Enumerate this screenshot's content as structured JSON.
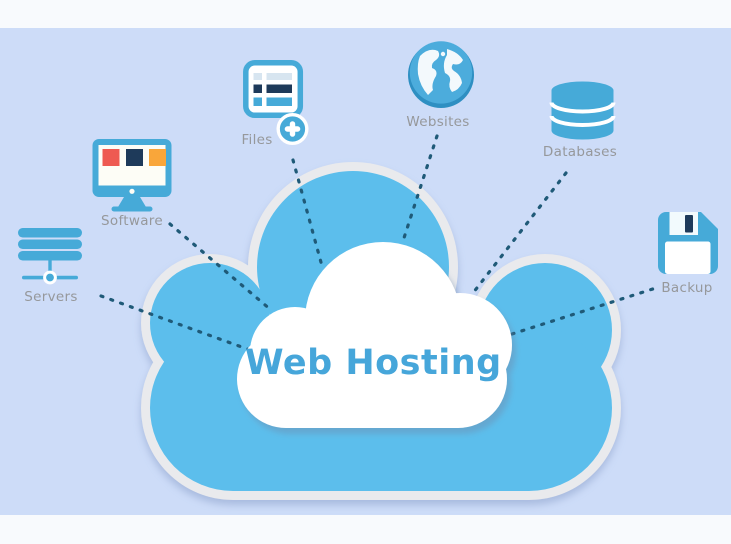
{
  "scene": {
    "title": "Web Hosting",
    "description": "Web hosting concept diagram: central cloud connected by dotted lines to six service icons"
  },
  "nodes": [
    {
      "id": "servers",
      "label": "Servers",
      "icon": "server-stack-icon"
    },
    {
      "id": "software",
      "label": "Software",
      "icon": "monitor-icon"
    },
    {
      "id": "files",
      "label": "Files",
      "icon": "document-add-icon"
    },
    {
      "id": "websites",
      "label": "Websites",
      "icon": "globe-icon"
    },
    {
      "id": "databases",
      "label": "Databases",
      "icon": "database-icon"
    },
    {
      "id": "backup",
      "label": "Backup",
      "icon": "floppy-disk-icon"
    }
  ],
  "colors": {
    "background": "#cddcf8",
    "margin_band": "#f8fafd",
    "cloud_fill": "#5cbeec",
    "cloud_outline": "#e9eaed",
    "inner_cloud": "#ffffff",
    "title_text": "#46a6da",
    "icon_primary": "#46aad8",
    "icon_navy": "#1e3a5a",
    "icon_red": "#ee5a52",
    "icon_orange": "#f9a63a",
    "icon_light_row": "#d7e5f0",
    "label_text": "#96989b",
    "connector": "#1f5a78"
  }
}
